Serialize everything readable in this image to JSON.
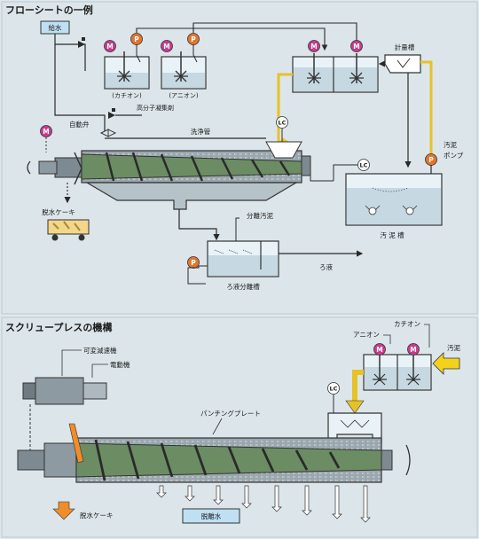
{
  "section1": {
    "title": "フローシートの一例",
    "labels": {
      "water_supply": "給水",
      "cation": "(カチオン)",
      "anion": "(アニオン)",
      "polymer": "高分子凝集剤",
      "auto_valve": "自動弁",
      "wash_pipe": "洗浄管",
      "metering_tank": "計量槽",
      "sludge_pump_1": "汚泥",
      "sludge_pump_2": "ポンプ",
      "sludge_tank": "汚 泥 槽",
      "separated_sludge": "分離汚泥",
      "cake": "脱水ケーキ",
      "filtrate": "ろ液",
      "filtrate_tank": "ろ液分離槽"
    }
  },
  "section2": {
    "title": "スクリュープレスの機構",
    "labels": {
      "reducer": "可変減速機",
      "motor": "電動機",
      "anion": "アニオン",
      "cation": "カチオン",
      "sludge": "汚泥",
      "punching_plate": "パンチングプレート",
      "cake": "脱水ケーキ",
      "separated_water": "脱離水"
    }
  },
  "symbols": {
    "motor": "M",
    "pump": "P",
    "level_control": "LC"
  },
  "colors": {
    "background": "#dfe8ec",
    "sludge_line": "#e6c228",
    "flow_line": "#2a2a2a",
    "motor_circle": "#c73b8f",
    "pump_circle": "#e2752e",
    "screw": "#6c8d63",
    "cake_arrow": "#f08c2a",
    "label_box": "#bfe0f3"
  }
}
